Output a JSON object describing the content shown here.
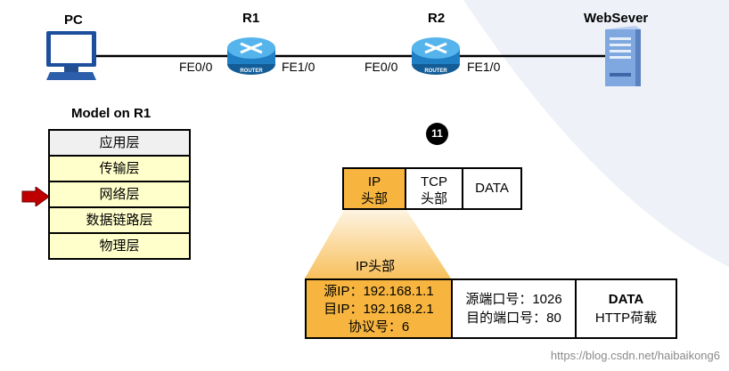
{
  "topology": {
    "pc": {
      "label": "PC",
      "icon": "pc-monitor-icon"
    },
    "r1": {
      "label": "R1",
      "icon": "router-icon",
      "left_port": "FE0/0",
      "right_port": "FE1/0",
      "badge": "ROUTER"
    },
    "r2": {
      "label": "R2",
      "icon": "router-icon",
      "left_port": "FE0/0",
      "right_port": "FE1/0",
      "badge": "ROUTER"
    },
    "server": {
      "label": "WebSever",
      "icon": "server-icon"
    }
  },
  "model": {
    "title": "Model on R1",
    "layers": [
      "应用层",
      "传输层",
      "网络层",
      "数据链路层",
      "物理层"
    ],
    "active_layer": "网络层"
  },
  "step_number": "11",
  "packet": {
    "ip_header": [
      "IP",
      "头部"
    ],
    "tcp_header": [
      "TCP",
      "头部"
    ],
    "data": "DATA"
  },
  "ip_detail": {
    "title": "IP头部",
    "lines": [
      "源IP：192.168.1.1",
      "目IP：192.168.2.1",
      "协议号：6"
    ]
  },
  "tcp_detail": {
    "lines": [
      "源端口号：1026",
      "目的端口号：80"
    ]
  },
  "data_detail": {
    "title": "DATA",
    "subtitle": "HTTP荷载"
  },
  "watermark": "https://blog.csdn.net/haibaikong6",
  "colors": {
    "ip_highlight": "#f7b53f",
    "layer_fill": "#ffffcc",
    "arrow": "#c00000",
    "router_blue": "#1e7fc4",
    "server_blue": "#7fa8e0"
  }
}
